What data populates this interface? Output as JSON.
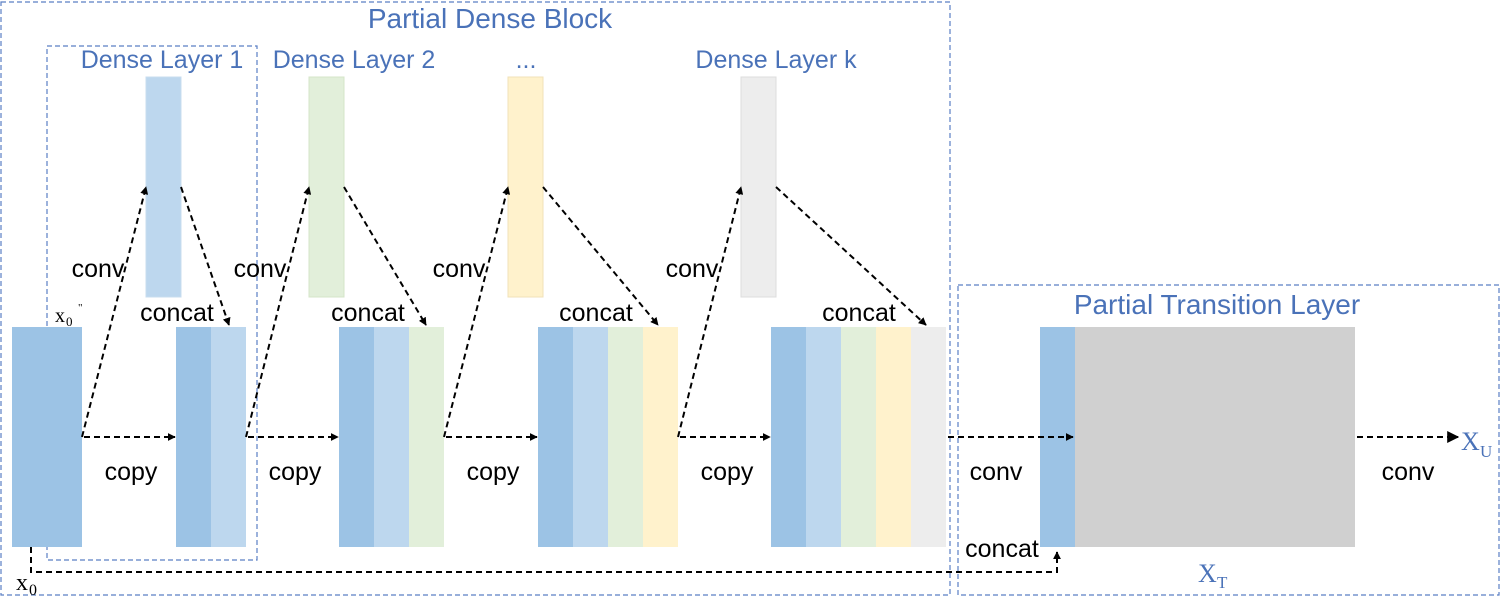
{
  "labels": {
    "partial_dense_block": "Partial Dense Block",
    "partial_transition_layer": "Partial Transition Layer",
    "dense_layer_1": "Dense Layer 1",
    "dense_layer_2": "Dense Layer 2",
    "ellipsis": "...",
    "dense_layer_k": "Dense Layer k",
    "conv": "conv",
    "concat": "concat",
    "copy": "copy"
  },
  "math": {
    "x0_main": "x",
    "x0_main_sub": "0",
    "x0_double_prime": "x",
    "x0_double_prime_sub": "0",
    "x0_double_prime_mark": "\"",
    "xu": "X",
    "xu_sub": "U",
    "xt": "X",
    "xt_sub": "T"
  },
  "colors": {
    "frame": "#5b7fc4",
    "label_blue": "#4a72b8",
    "blue_dark": "#9cc3e5",
    "blue_light": "#bdd7ee",
    "green": "#e2efda",
    "yellow": "#fff2cc",
    "gray_light": "#ededed",
    "transition_gray": "#d0d0d0",
    "arrow": "#000000"
  }
}
